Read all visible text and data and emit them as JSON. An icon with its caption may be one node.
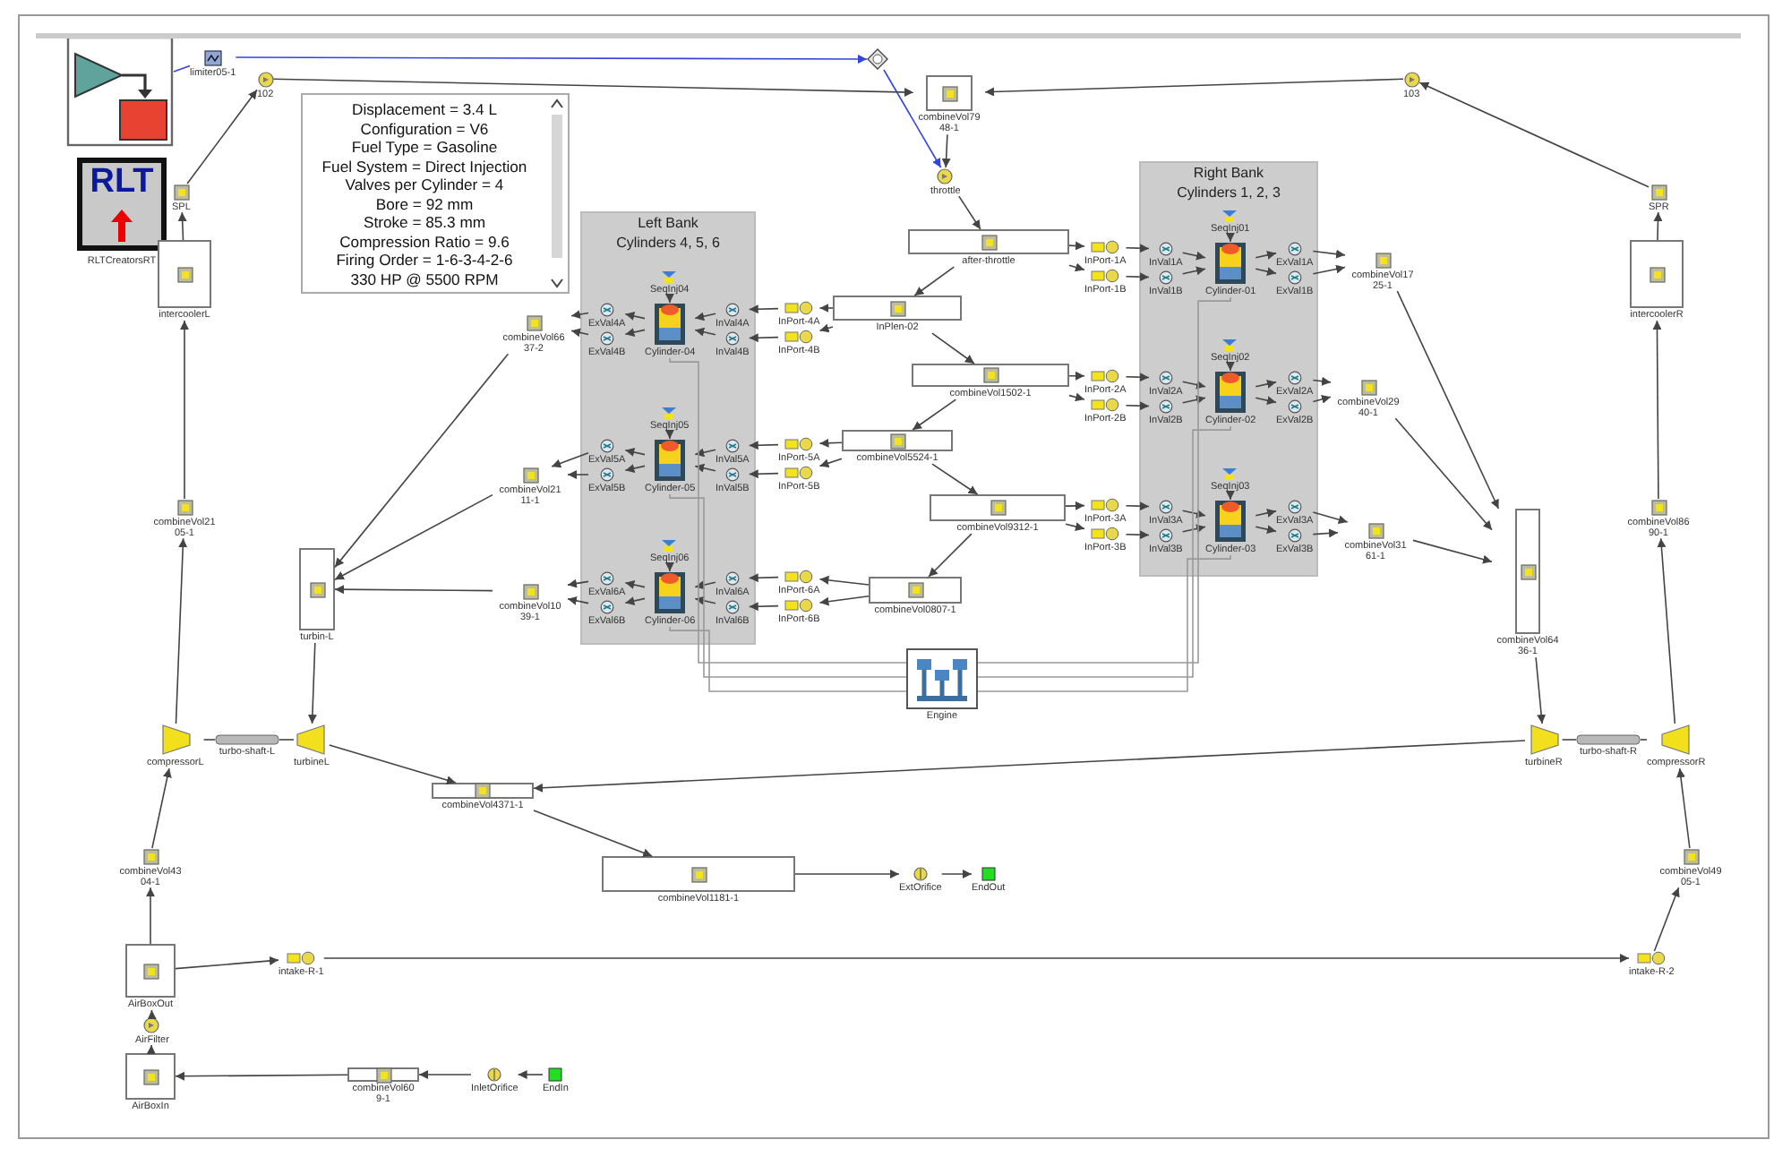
{
  "diagram": {
    "nodes": [
      {
        "text": [],
        "shape": "picture"
      },
      {
        "text": [
          "RLT",
          "RLTCreatorsRT"
        ]
      },
      {
        "text": [
          "limiter05-1"
        ]
      },
      {
        "text": [
          "102"
        ]
      },
      {
        "text": [
          "Displacement = 3.4 L",
          "Configuration = V6",
          "Fuel Type = Gasoline",
          "Fuel System = Direct Injection",
          "Valves per Cylinder = 4",
          "Bore = 92 mm",
          "Stroke = 85.3 mm",
          "Compression Ratio = 9.6",
          "Firing Order = 1-6-3-4-2-6",
          "330 HP @ 5500 RPM"
        ]
      },
      {
        "text": [],
        "shape": "diamond"
      },
      {
        "text": [
          "combineVol79 48-1"
        ]
      },
      {
        "text": [
          "throttle"
        ]
      },
      {
        "text": [
          "103"
        ]
      },
      {
        "text": [
          "SPL"
        ]
      },
      {
        "text": [
          "SPR"
        ]
      },
      {
        "text": [
          "intercoolerL"
        ]
      },
      {
        "text": [
          "intercoolerR"
        ]
      },
      {
        "text": [
          "after-throttle"
        ]
      },
      {
        "text": [
          "InPlen-02"
        ]
      },
      {
        "text": [
          "combineVol1502-1"
        ]
      },
      {
        "text": [
          "combineVol5524-1"
        ]
      },
      {
        "text": [
          "combineVol9312-1"
        ]
      },
      {
        "text": [
          "combineVol0807-1"
        ]
      },
      {
        "text": [
          "Engine"
        ]
      },
      {
        "text": [
          "Left Bank",
          "Cylinders 4, 5, 6"
        ]
      },
      {
        "text": [
          "Right Bank",
          "Cylinders 1, 2, 3"
        ]
      },
      {
        "text": [
          "SeqInj04"
        ],
        "in": 20
      },
      {
        "text": [
          "Cylinder-04"
        ],
        "in": 20
      },
      {
        "text": [
          "ExVal4A"
        ],
        "in": 20
      },
      {
        "text": [
          "ExVal4B"
        ],
        "in": 20
      },
      {
        "text": [
          "InVal4A"
        ],
        "in": 20
      },
      {
        "text": [
          "InVal4B"
        ],
        "in": 20
      },
      {
        "text": [
          "SeqInj05"
        ],
        "in": 20
      },
      {
        "text": [
          "Cylinder-05"
        ],
        "in": 20
      },
      {
        "text": [
          "ExVal5A"
        ],
        "in": 20
      },
      {
        "text": [
          "ExVal5B"
        ],
        "in": 20
      },
      {
        "text": [
          "InVal5A"
        ],
        "in": 20
      },
      {
        "text": [
          "InVal5B"
        ],
        "in": 20
      },
      {
        "text": [
          "SeqInj06"
        ],
        "in": 20
      },
      {
        "text": [
          "Cylinder-06"
        ],
        "in": 20
      },
      {
        "text": [
          "ExVal6A"
        ],
        "in": 20
      },
      {
        "text": [
          "ExVal6B"
        ],
        "in": 20
      },
      {
        "text": [
          "InVal6A"
        ],
        "in": 20
      },
      {
        "text": [
          "InVal6B"
        ],
        "in": 20
      },
      {
        "text": [
          "SeqInj01"
        ],
        "in": 21
      },
      {
        "text": [
          "Cylinder-01"
        ],
        "in": 21
      },
      {
        "text": [
          "InVal1A"
        ],
        "in": 21
      },
      {
        "text": [
          "InVal1B"
        ],
        "in": 21
      },
      {
        "text": [
          "ExVal1A"
        ],
        "in": 21
      },
      {
        "text": [
          "ExVal1B"
        ],
        "in": 21
      },
      {
        "text": [
          "SeqInj02"
        ],
        "in": 21
      },
      {
        "text": [
          "Cylinder-02"
        ],
        "in": 21
      },
      {
        "text": [
          "InVal2A"
        ],
        "in": 21
      },
      {
        "text": [
          "InVal2B"
        ],
        "in": 21
      },
      {
        "text": [
          "ExVal2A"
        ],
        "in": 21
      },
      {
        "text": [
          "ExVal2B"
        ],
        "in": 21
      },
      {
        "text": [
          "SeqInj03"
        ],
        "in": 21
      },
      {
        "text": [
          "Cylinder-03"
        ],
        "in": 21
      },
      {
        "text": [
          "InVal3A"
        ],
        "in": 21
      },
      {
        "text": [
          "InVal3B"
        ],
        "in": 21
      },
      {
        "text": [
          "ExVal3A"
        ],
        "in": 21
      },
      {
        "text": [
          "ExVal3B"
        ],
        "in": 21
      },
      {
        "text": [
          "InPort-4A"
        ]
      },
      {
        "text": [
          "InPort-4B"
        ]
      },
      {
        "text": [
          "InPort-5A"
        ]
      },
      {
        "text": [
          "InPort-5B"
        ]
      },
      {
        "text": [
          "InPort-6A"
        ]
      },
      {
        "text": [
          "InPort-6B"
        ]
      },
      {
        "text": [
          "InPort-1A"
        ]
      },
      {
        "text": [
          "InPort-1B"
        ]
      },
      {
        "text": [
          "InPort-2A"
        ]
      },
      {
        "text": [
          "InPort-2B"
        ]
      },
      {
        "text": [
          "InPort-3A"
        ]
      },
      {
        "text": [
          "InPort-3B"
        ]
      },
      {
        "text": [
          "combineVol66 37-2"
        ]
      },
      {
        "text": [
          "combineVol21 11-1"
        ]
      },
      {
        "text": [
          "combineVol10 39-1"
        ]
      },
      {
        "text": [
          "turbin-L"
        ]
      },
      {
        "text": [
          "combineVol21 05-1"
        ]
      },
      {
        "text": [
          "compressorL"
        ]
      },
      {
        "text": [
          "turbo-shaft-L"
        ]
      },
      {
        "text": [
          "turbineL"
        ]
      },
      {
        "text": [
          "combineVol17 25-1"
        ]
      },
      {
        "text": [
          "combineVol29 40-1"
        ]
      },
      {
        "text": [
          "combineVol31 61-1"
        ]
      },
      {
        "text": [
          "combineVol64 36-1"
        ]
      },
      {
        "text": [
          "combineVol86 90-1"
        ]
      },
      {
        "text": [
          "turbineR"
        ]
      },
      {
        "text": [
          "turbo-shaft-R"
        ]
      },
      {
        "text": [
          "compressorR"
        ]
      },
      {
        "text": [
          "combineVol4371-1"
        ]
      },
      {
        "text": [
          "combineVol1181-1"
        ]
      },
      {
        "text": [
          "ExtOrifice"
        ]
      },
      {
        "text": [
          "EndOut"
        ]
      },
      {
        "text": [
          "combineVol43 04-1"
        ]
      },
      {
        "text": [
          "combineVol49 05-1"
        ]
      },
      {
        "text": [
          "AirBoxOut"
        ]
      },
      {
        "text": [
          "AirFilter"
        ]
      },
      {
        "text": [
          "AirBoxIn"
        ]
      },
      {
        "text": [
          "intake-R-1"
        ]
      },
      {
        "text": [
          "intake-R-2"
        ]
      },
      {
        "text": [
          "combineVol60 9-1"
        ]
      },
      {
        "text": [
          "InletOrifice"
        ]
      },
      {
        "text": [
          "EndIn"
        ]
      }
    ],
    "edges": [
      {
        "from": 0,
        "to": 2,
        "arrow": "none",
        "color": "#3344dd"
      },
      {
        "from": 2,
        "to": 5,
        "arrow": "to",
        "color": "#3344dd"
      },
      {
        "from": 5,
        "to": 7,
        "arrow": "to",
        "color": "#3344dd"
      },
      {
        "from": 9,
        "to": 3,
        "arrow": "to"
      },
      {
        "from": 3,
        "to": 6,
        "arrow": "to"
      },
      {
        "from": 10,
        "to": 8,
        "arrow": "to"
      },
      {
        "from": 8,
        "to": 6,
        "arrow": "to"
      },
      {
        "from": 6,
        "to": 7,
        "arrow": "to"
      },
      {
        "from": 11,
        "to": 9,
        "arrow": "to"
      },
      {
        "from": 12,
        "to": 10,
        "arrow": "to"
      },
      {
        "from": 74,
        "to": 11,
        "arrow": "to"
      },
      {
        "from": 82,
        "to": 12,
        "arrow": "to"
      },
      {
        "from": 75,
        "to": 74,
        "arrow": "to"
      },
      {
        "from": 85,
        "to": 82,
        "arrow": "to"
      },
      {
        "from": 7,
        "to": 13,
        "arrow": "to"
      },
      {
        "from": 13,
        "to": 14,
        "arrow": "to"
      },
      {
        "from": 14,
        "to": 15,
        "arrow": "to"
      },
      {
        "from": 15,
        "to": 16,
        "arrow": "to"
      },
      {
        "from": 16,
        "to": 17,
        "arrow": "to"
      },
      {
        "from": 17,
        "to": 18,
        "arrow": "to"
      },
      {
        "from": 13,
        "to": 64,
        "arrow": "to"
      },
      {
        "from": 13,
        "to": 65,
        "arrow": "to"
      },
      {
        "from": 15,
        "to": 66,
        "arrow": "to"
      },
      {
        "from": 15,
        "to": 67,
        "arrow": "to"
      },
      {
        "from": 17,
        "to": 68,
        "arrow": "to"
      },
      {
        "from": 17,
        "to": 69,
        "arrow": "to"
      },
      {
        "from": 14,
        "to": 58,
        "arrow": "to"
      },
      {
        "from": 14,
        "to": 59,
        "arrow": "to"
      },
      {
        "from": 16,
        "to": 60,
        "arrow": "to"
      },
      {
        "from": 16,
        "to": 61,
        "arrow": "to"
      },
      {
        "from": 18,
        "to": 62,
        "arrow": "to"
      },
      {
        "from": 18,
        "to": 63,
        "arrow": "to"
      },
      {
        "from": 58,
        "to": 26,
        "arrow": "to"
      },
      {
        "from": 59,
        "to": 27,
        "arrow": "to"
      },
      {
        "from": 26,
        "to": 23,
        "arrow": "to"
      },
      {
        "from": 27,
        "to": 23,
        "arrow": "to"
      },
      {
        "from": 22,
        "to": 23,
        "arrow": "to"
      },
      {
        "from": 23,
        "to": 24,
        "arrow": "to"
      },
      {
        "from": 23,
        "to": 25,
        "arrow": "to"
      },
      {
        "from": 24,
        "to": 70,
        "arrow": "to"
      },
      {
        "from": 25,
        "to": 70,
        "arrow": "to"
      },
      {
        "from": 60,
        "to": 32,
        "arrow": "to"
      },
      {
        "from": 61,
        "to": 33,
        "arrow": "to"
      },
      {
        "from": 32,
        "to": 29,
        "arrow": "to"
      },
      {
        "from": 33,
        "to": 29,
        "arrow": "to"
      },
      {
        "from": 28,
        "to": 29,
        "arrow": "to"
      },
      {
        "from": 29,
        "to": 30,
        "arrow": "to"
      },
      {
        "from": 29,
        "to": 31,
        "arrow": "to"
      },
      {
        "from": 30,
        "to": 71,
        "arrow": "to"
      },
      {
        "from": 31,
        "to": 71,
        "arrow": "to"
      },
      {
        "from": 62,
        "to": 38,
        "arrow": "to"
      },
      {
        "from": 63,
        "to": 39,
        "arrow": "to"
      },
      {
        "from": 38,
        "to": 35,
        "arrow": "to"
      },
      {
        "from": 39,
        "to": 35,
        "arrow": "to"
      },
      {
        "from": 34,
        "to": 35,
        "arrow": "to"
      },
      {
        "from": 35,
        "to": 36,
        "arrow": "to"
      },
      {
        "from": 35,
        "to": 37,
        "arrow": "to"
      },
      {
        "from": 36,
        "to": 72,
        "arrow": "to"
      },
      {
        "from": 37,
        "to": 72,
        "arrow": "to"
      },
      {
        "from": 64,
        "to": 42,
        "arrow": "to"
      },
      {
        "from": 65,
        "to": 43,
        "arrow": "to"
      },
      {
        "from": 42,
        "to": 41,
        "arrow": "to"
      },
      {
        "from": 43,
        "to": 41,
        "arrow": "to"
      },
      {
        "from": 40,
        "to": 41,
        "arrow": "to"
      },
      {
        "from": 41,
        "to": 44,
        "arrow": "to"
      },
      {
        "from": 41,
        "to": 45,
        "arrow": "to"
      },
      {
        "from": 44,
        "to": 78,
        "arrow": "to"
      },
      {
        "from": 45,
        "to": 78,
        "arrow": "to"
      },
      {
        "from": 66,
        "to": 48,
        "arrow": "to"
      },
      {
        "from": 67,
        "to": 49,
        "arrow": "to"
      },
      {
        "from": 48,
        "to": 47,
        "arrow": "to"
      },
      {
        "from": 49,
        "to": 47,
        "arrow": "to"
      },
      {
        "from": 46,
        "to": 47,
        "arrow": "to"
      },
      {
        "from": 47,
        "to": 50,
        "arrow": "to"
      },
      {
        "from": 47,
        "to": 51,
        "arrow": "to"
      },
      {
        "from": 50,
        "to": 79,
        "arrow": "to"
      },
      {
        "from": 51,
        "to": 79,
        "arrow": "to"
      },
      {
        "from": 68,
        "to": 54,
        "arrow": "to"
      },
      {
        "from": 69,
        "to": 55,
        "arrow": "to"
      },
      {
        "from": 54,
        "to": 53,
        "arrow": "to"
      },
      {
        "from": 55,
        "to": 53,
        "arrow": "to"
      },
      {
        "from": 52,
        "to": 53,
        "arrow": "to"
      },
      {
        "from": 53,
        "to": 56,
        "arrow": "to"
      },
      {
        "from": 53,
        "to": 57,
        "arrow": "to"
      },
      {
        "from": 56,
        "to": 80,
        "arrow": "to"
      },
      {
        "from": 57,
        "to": 80,
        "arrow": "to"
      },
      {
        "from": 70,
        "to": 73,
        "arrow": "to"
      },
      {
        "from": 71,
        "to": 73,
        "arrow": "to"
      },
      {
        "from": 72,
        "to": 73,
        "arrow": "to"
      },
      {
        "from": 73,
        "to": 77,
        "arrow": "to"
      },
      {
        "from": 78,
        "to": 81,
        "arrow": "to"
      },
      {
        "from": 79,
        "to": 81,
        "arrow": "to"
      },
      {
        "from": 80,
        "to": 81,
        "arrow": "to"
      },
      {
        "from": 81,
        "to": 83,
        "arrow": "to"
      },
      {
        "from": 75,
        "to": 76,
        "arrow": "none"
      },
      {
        "from": 76,
        "to": 77,
        "arrow": "none"
      },
      {
        "from": 83,
        "to": 84,
        "arrow": "none"
      },
      {
        "from": 84,
        "to": 85,
        "arrow": "none"
      },
      {
        "from": 77,
        "to": 86,
        "arrow": "to"
      },
      {
        "from": 83,
        "to": 86,
        "arrow": "to"
      },
      {
        "from": 86,
        "to": 87,
        "arrow": "to"
      },
      {
        "from": 87,
        "to": 88,
        "arrow": "to"
      },
      {
        "from": 88,
        "to": 89,
        "arrow": "to"
      },
      {
        "from": 92,
        "to": 90,
        "arrow": "to"
      },
      {
        "from": 90,
        "to": 75,
        "arrow": "to"
      },
      {
        "from": 92,
        "to": 95,
        "arrow": "to"
      },
      {
        "from": 95,
        "to": 96,
        "arrow": "to"
      },
      {
        "from": 96,
        "to": 91,
        "arrow": "to"
      },
      {
        "from": 91,
        "to": 85,
        "arrow": "to"
      },
      {
        "from": 94,
        "to": 93,
        "arrow": "to"
      },
      {
        "from": 93,
        "to": 92,
        "arrow": "to"
      },
      {
        "from": 99,
        "to": 98,
        "arrow": "to"
      },
      {
        "from": 98,
        "to": 97,
        "arrow": "to"
      },
      {
        "from": 97,
        "to": 94,
        "arrow": "to"
      },
      {
        "from": 23,
        "to": 19,
        "arrow": "none",
        "color": "#999999"
      },
      {
        "from": 29,
        "to": 19,
        "arrow": "none",
        "color": "#999999"
      },
      {
        "from": 35,
        "to": 19,
        "arrow": "none",
        "color": "#999999"
      },
      {
        "from": 41,
        "to": 19,
        "arrow": "none",
        "color": "#999999"
      },
      {
        "from": 47,
        "to": 19,
        "arrow": "none",
        "color": "#999999"
      },
      {
        "from": 53,
        "to": 19,
        "arrow": "none",
        "color": "#999999"
      }
    ]
  }
}
